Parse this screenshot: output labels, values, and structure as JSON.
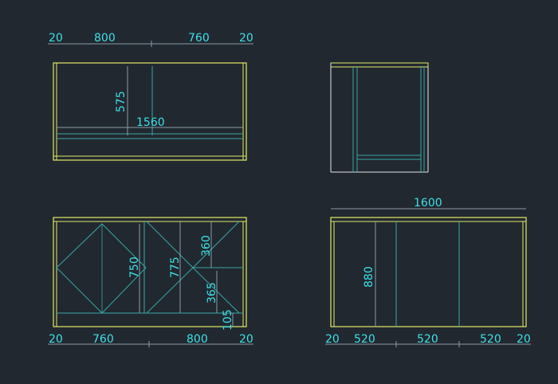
{
  "colors": {
    "background": "#212830",
    "outline": "#e3ea66",
    "inner": "#3aa6a6",
    "dimension": "#3fe0e6",
    "dimline": "#8a9aa6",
    "white": "#e6e6e6"
  },
  "plan_top": {
    "widths": [
      "20",
      "800",
      "760",
      "20"
    ],
    "depth": "575",
    "length": "1560"
  },
  "front": {
    "heights": [
      "750",
      "775",
      "360",
      "365",
      "105"
    ],
    "widths": [
      "20",
      "760",
      "800",
      "20"
    ]
  },
  "back": {
    "overall": "1600",
    "height": "880",
    "widths": [
      "20",
      "520",
      "520",
      "520",
      "20"
    ]
  }
}
